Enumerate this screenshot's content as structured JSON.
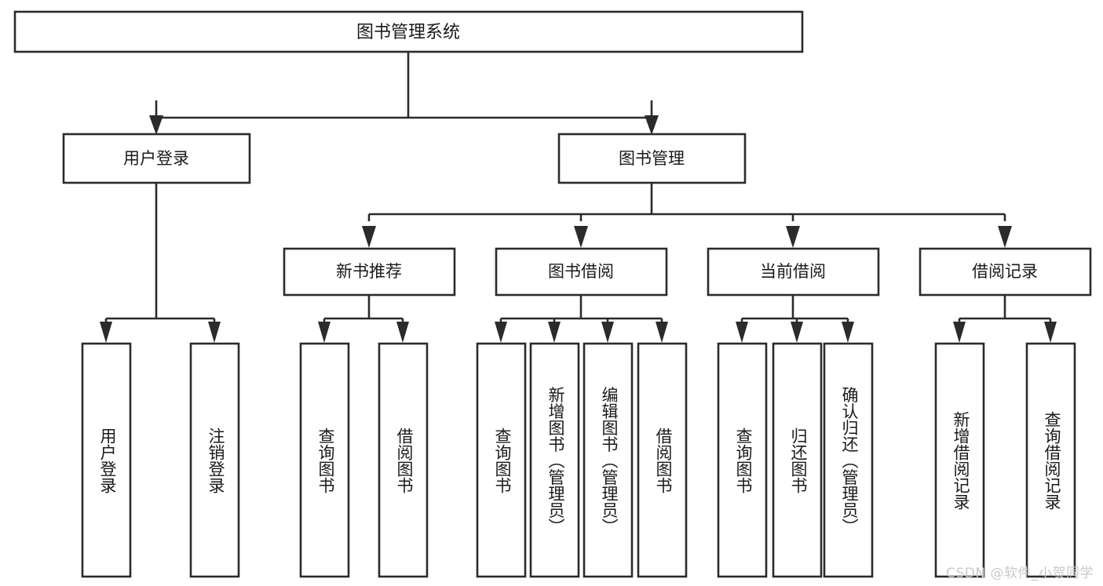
{
  "diagram": {
    "title": "图书管理系统",
    "type": "tree",
    "watermark": "CSDN @软件_小贺同学",
    "colors": {
      "background": "#ffffff",
      "box_fill": "#ffffff",
      "box_stroke": "#2b2b2b",
      "text": "#1a1a1a",
      "watermark": "#c9c9c9"
    },
    "root": {
      "label": "图书管理系统"
    },
    "level1": [
      {
        "label": "用户登录"
      },
      {
        "label": "图书管理"
      }
    ],
    "level2": [
      {
        "label": "新书推荐"
      },
      {
        "label": "图书借阅"
      },
      {
        "label": "当前借阅"
      },
      {
        "label": "借阅记录"
      }
    ],
    "leaves": {
      "user_login": [
        {
          "label": "用户登录"
        },
        {
          "label": "注销登录"
        }
      ],
      "new_book_recommend": [
        {
          "label": "查询图书"
        },
        {
          "label": "借阅图书"
        }
      ],
      "book_borrow": [
        {
          "label": "查询图书"
        },
        {
          "label": "新增图书（管理员）"
        },
        {
          "label": "编辑图书（管理员）"
        },
        {
          "label": "借阅图书"
        }
      ],
      "current_borrow": [
        {
          "label": "查询图书"
        },
        {
          "label": "归还图书"
        },
        {
          "label": "确认归还（管理员）"
        }
      ],
      "borrow_record": [
        {
          "label": "新增借阅记录"
        },
        {
          "label": "查询借阅记录"
        }
      ]
    }
  }
}
